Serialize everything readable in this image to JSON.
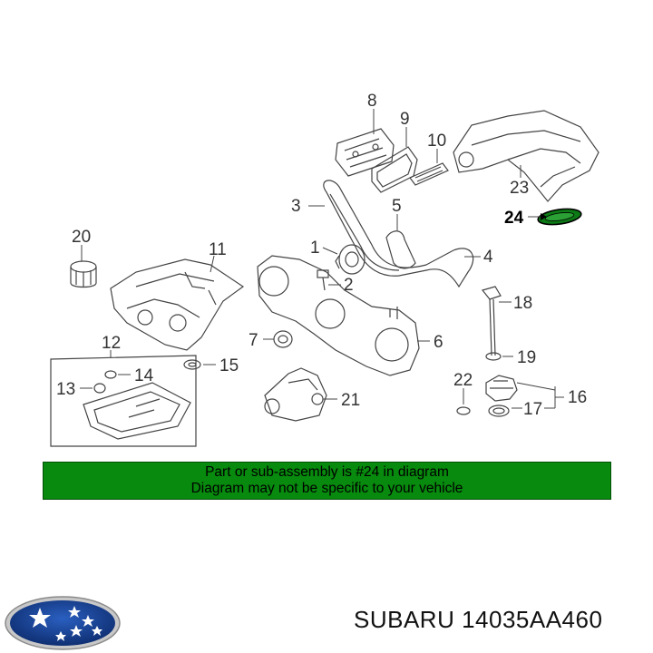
{
  "callouts": {
    "c1": "1",
    "c2": "2",
    "c3": "3",
    "c4": "4",
    "c5": "5",
    "c6": "6",
    "c7": "7",
    "c8": "8",
    "c9": "9",
    "c10": "10",
    "c11": "11",
    "c12": "12",
    "c13": "13",
    "c14": "14",
    "c15": "15",
    "c16": "16",
    "c17": "17",
    "c18": "18",
    "c19": "19",
    "c20": "20",
    "c21": "21",
    "c22": "22",
    "c23": "23",
    "c24": "24"
  },
  "banner": {
    "line1": "Part or sub-assembly is #24 in diagram",
    "line2": "Diagram may not be specific to your vehicle",
    "color": "#078a0d"
  },
  "footer": {
    "brand_part": "SUBARU 14035AA460"
  },
  "logo": {
    "icon": "subaru-pleiades-logo-icon",
    "color": "#1a3f8f"
  }
}
